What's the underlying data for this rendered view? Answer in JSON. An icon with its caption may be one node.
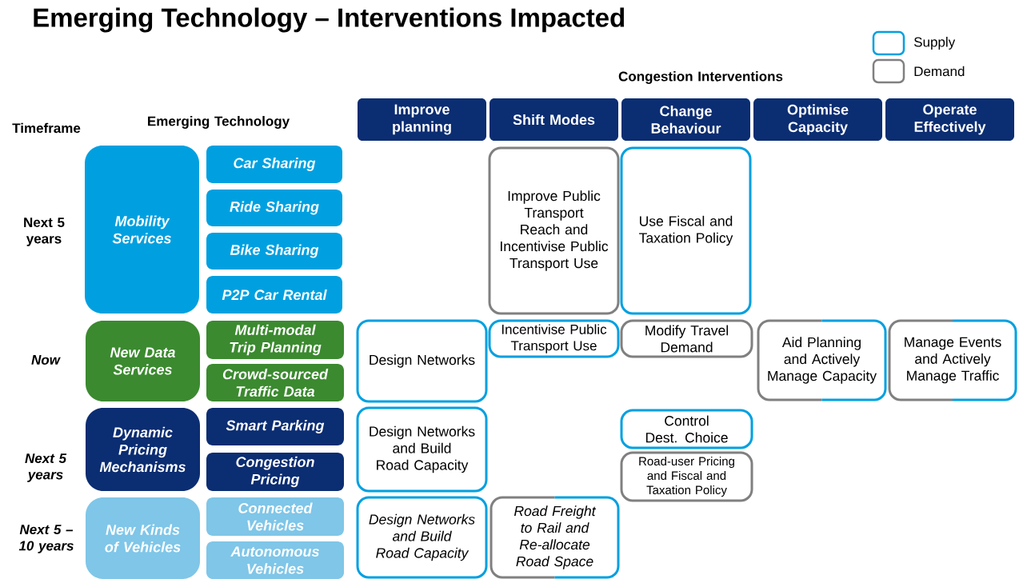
{
  "diagram": {
    "title": "Emerging Technology – Interventions Impacted",
    "nodes": [
      {
        "text": [
          "Improve planning"
        ]
      },
      {
        "text": [
          "Shift Modes"
        ]
      },
      {
        "text": [
          "Change Behaviour"
        ]
      },
      {
        "text": [
          "Optimise Capacity"
        ]
      },
      {
        "text": [
          "Operate Effectively"
        ]
      },
      {
        "text": [
          "Mobility Services"
        ]
      },
      {
        "text": [
          "Car Sharing"
        ]
      },
      {
        "text": [
          "Ride Sharing"
        ]
      },
      {
        "text": [
          "Bike Sharing"
        ]
      },
      {
        "text": [
          "P2P Car Rental"
        ]
      },
      {
        "text": [
          "Improve Public Transport Reach and Incentivise Public Transport Use"
        ]
      },
      {
        "text": [
          "Use Fiscal and Taxation Policy"
        ]
      },
      {
        "text": [
          "New Data Services"
        ]
      },
      {
        "text": [
          "Multi-modal Trip Planning"
        ]
      },
      {
        "text": [
          "Crowd-sourced Traffic Data"
        ]
      },
      {
        "text": [
          "Design Networks"
        ]
      },
      {
        "text": [
          "Incentivise Public Transport Use"
        ]
      },
      {
        "text": [
          "Modify Travel Demand"
        ]
      },
      {
        "text": [
          "Aid Planning and Actively Manage Capacity"
        ]
      },
      {
        "text": [
          "Manage Events and Actively Manage Traffic"
        ]
      },
      {
        "text": [
          "Dynamic Pricing Mechanisms"
        ]
      },
      {
        "text": [
          "Smart Parking"
        ]
      },
      {
        "text": [
          "Congestion Pricing"
        ]
      },
      {
        "text": [
          "Design Networks and Build Road Capacity"
        ]
      },
      {
        "text": [
          "Control Dest. Choice"
        ]
      },
      {
        "text": [
          "Road-user Pricing and Fiscal and Taxation Policy"
        ]
      },
      {
        "text": [
          "New Kinds of Vehicles"
        ]
      },
      {
        "text": [
          "Connected Vehicles"
        ]
      },
      {
        "text": [
          "Autonomous Vehicles"
        ]
      },
      {
        "text": [
          "Design Networks and Build Road Capacity"
        ]
      },
      {
        "text": [
          "Road Freight to Rail and Re-allocate Road Space"
        ]
      }
    ],
    "labels": [
      "Congestion Interventions",
      "Timeframe",
      "Emerging Technology",
      "Next 5 years",
      "Now",
      "Next 5 years",
      "Next 5 – 10 years"
    ],
    "legend": [
      {
        "text": "Supply"
      },
      {
        "text": "Demand"
      }
    ]
  }
}
